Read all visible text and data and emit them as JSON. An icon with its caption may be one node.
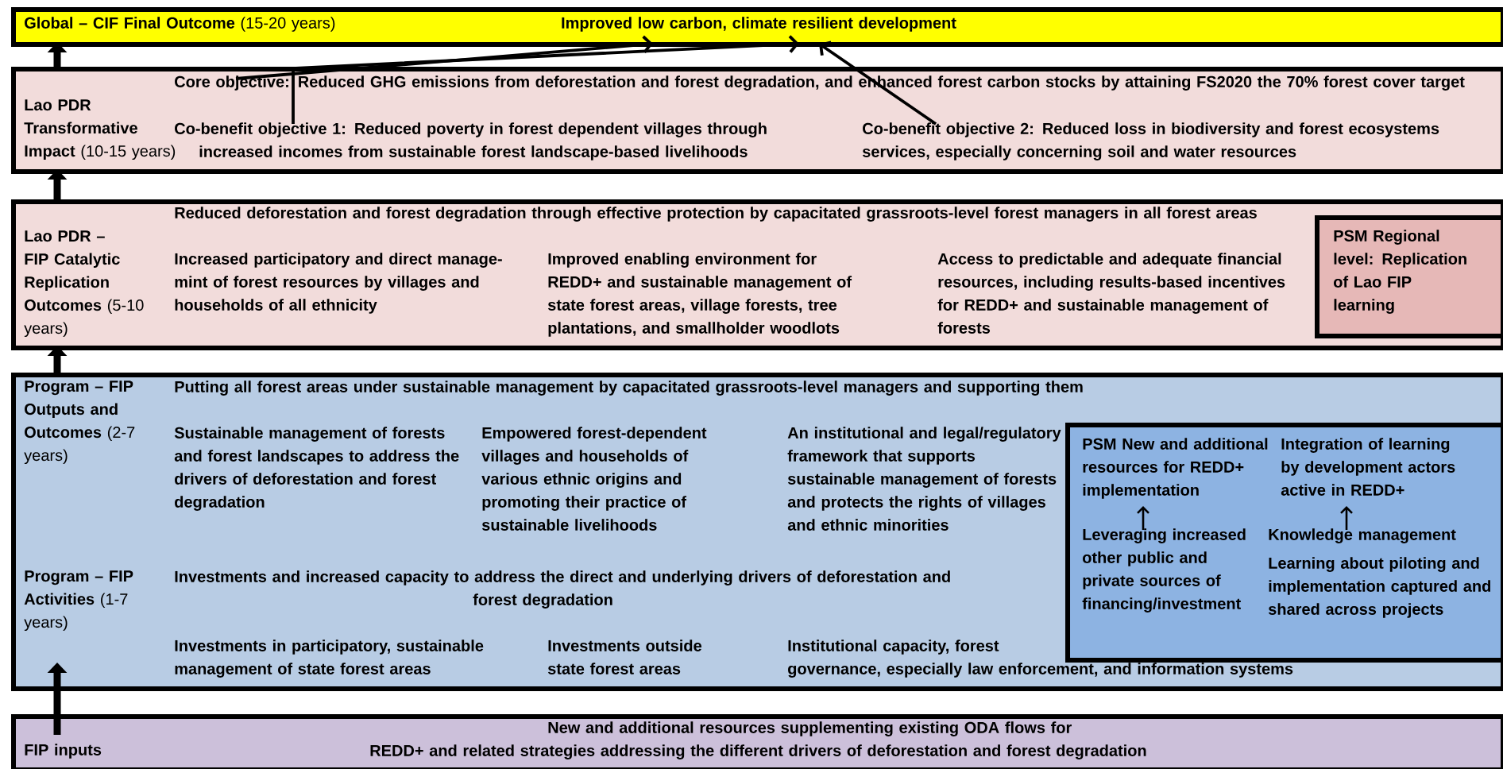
{
  "diagram": {
    "nodes": [
      {
        "text": [
          "**Global – CIF Final Outcome** (15-20 years)",
          "Improved low carbon, climate resilient development"
        ]
      },
      {
        "text": [
          "**Lao PDR Transformative Impact** (10-15 years)"
        ]
      },
      {
        "text": [
          "Core objective: Reduced GHG emissions from deforestation and forest degradation, and enhanced forest carbon stocks by attaining FS2020 the 70% forest cover target"
        ],
        "in": 1
      },
      {
        "text": [
          "Co-benefit objective 1: Reduced poverty in forest dependent villages through increased incomes from sustainable forest landscape-based livelihoods"
        ],
        "in": 1
      },
      {
        "text": [
          "Co-benefit objective 2: Reduced loss in biodiversity and forest ecosystems services, especially concerning soil and water resources"
        ],
        "in": 1
      },
      {
        "text": [
          "**Lao PDR – FIP Catalytic Replication Outcomes** (5-10 years)",
          "Reduced deforestation and forest degradation through effective protection by capacitated grassroots-level forest managers in all forest areas",
          "Increased participatory and direct manage-mint of forest resources by villages and households of all ethnicity",
          "Improved enabling environment for REDD+ and sustainable management of state forest areas, village forests, tree plantations, and smallholder woodlots",
          "Access to predictable and adequate financial resources, including results-based incentives for REDD+ and sustainable management of forests"
        ]
      },
      {
        "text": [
          "PSM Regional level: Replication of Lao FIP learning"
        ],
        "in": 5
      },
      {
        "text": [
          "**Program – FIP Outputs and Outcomes** (2-7 years)",
          "Putting all forest areas under sustainable management by capacitated grassroots-level managers and supporting them",
          "Sustainable management of forests and forest landscapes to address the drivers of deforestation and forest degradation",
          "Empowered forest-dependent villages and households of various ethnic origins and promoting their practice of sustainable livelihoods",
          "An institutional and legal/regulatory framework that supports sustainable management of forests and protects the rights of villages and ethnic minorities",
          "**Program – FIP Activities** (1-7 years)",
          "Investments and increased capacity to address the direct and underlying drivers of deforestation and forest degradation",
          "Investments in participatory, sustainable management of state forest areas",
          "Investments outside state forest areas",
          "Institutional capacity, forest governance, especially law enforcement, and information systems"
        ]
      },
      {
        "text": [],
        "shape": "box",
        "in": 7
      },
      {
        "text": [
          "PSM New and additional resources for REDD+ implementation"
        ],
        "in": 8
      },
      {
        "text": [
          "Integration of learning by development actors active in REDD+"
        ],
        "in": 8
      },
      {
        "text": [
          "Leveraging increased other public and private sources of financing/investment"
        ],
        "in": 8
      },
      {
        "text": [
          "Knowledge management",
          "Learning about piloting and implementation captured and shared across projects"
        ],
        "in": 8
      },
      {
        "text": [
          "FIP inputs",
          "New and additional resources supplementing existing ODA flows for REDD+ and related strategies addressing the different drivers of deforestation and forest degradation"
        ]
      }
    ],
    "edges": [
      {
        "from": 1,
        "to": 0,
        "arrow": "to",
        "style": "thick"
      },
      {
        "from": 5,
        "to": 1,
        "arrow": "to",
        "style": "thick"
      },
      {
        "from": 7,
        "to": 5,
        "arrow": "to",
        "style": "thick"
      },
      {
        "from": 13,
        "to": 7,
        "arrow": "to",
        "style": "thick"
      },
      {
        "from": 2,
        "to": 0,
        "arrow": "to"
      },
      {
        "from": 3,
        "to": 0,
        "arrow": "to"
      },
      {
        "from": 4,
        "to": 0,
        "arrow": "to"
      },
      {
        "from": 11,
        "to": 9,
        "arrow": "to"
      },
      {
        "from": 12,
        "to": 10,
        "arrow": "to"
      }
    ]
  }
}
